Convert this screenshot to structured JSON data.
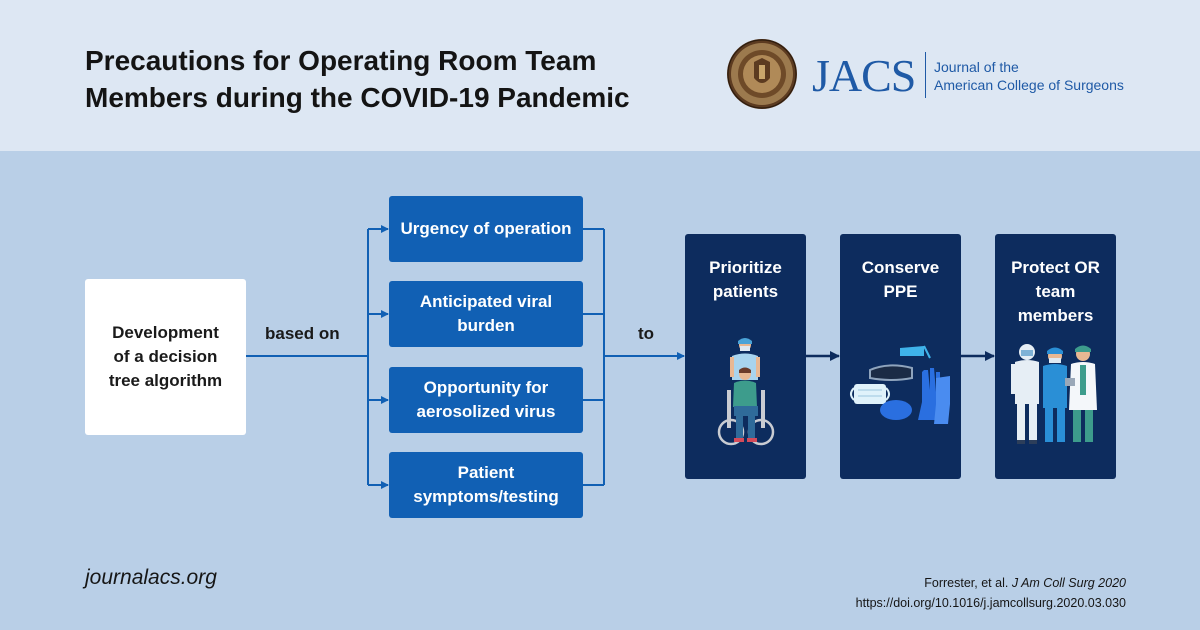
{
  "header": {
    "title_line1": "Precautions for Operating Room Team",
    "title_line2": "Members during the COVID-19 Pandemic",
    "logo": {
      "name": "JACS",
      "subtitle_line1": "Journal of the",
      "subtitle_line2": "American College of Surgeons"
    }
  },
  "diagram": {
    "source": {
      "line1": "Development",
      "line2": "of a decision",
      "line3": "tree algorithm"
    },
    "connector_label_1": "based on",
    "connector_label_2": "to",
    "factors": [
      {
        "line1": "Urgency of operation",
        "line2": ""
      },
      {
        "line1": "Anticipated viral",
        "line2": "burden"
      },
      {
        "line1": "Opportunity for",
        "line2": "aerosolized virus"
      },
      {
        "line1": "Patient",
        "line2": "symptoms/testing"
      }
    ],
    "outcomes": [
      {
        "line1": "Prioritize",
        "line2": "patients",
        "line3": "",
        "icon": "wheelchair-patient-icon"
      },
      {
        "line1": "Conserve",
        "line2": "PPE",
        "line3": "",
        "icon": "ppe-supplies-icon"
      },
      {
        "line1": "Protect OR",
        "line2": "team",
        "line3": "members",
        "icon": "surgical-team-icon"
      }
    ]
  },
  "footer": {
    "website": "journalacs.org",
    "citation_authors": "Forrester, et al.",
    "citation_journal": "J Am Coll Surg 2020",
    "doi": "https://doi.org/10.1016/j.jamcollsurg.2020.03.030"
  },
  "colors": {
    "header_bg": "#dde7f3",
    "body_bg": "#b9cfe7",
    "factor_box": "#1160b4",
    "outcome_box": "#0d2c5e",
    "arrow": "#1160b4",
    "brand": "#1f5aa6"
  }
}
